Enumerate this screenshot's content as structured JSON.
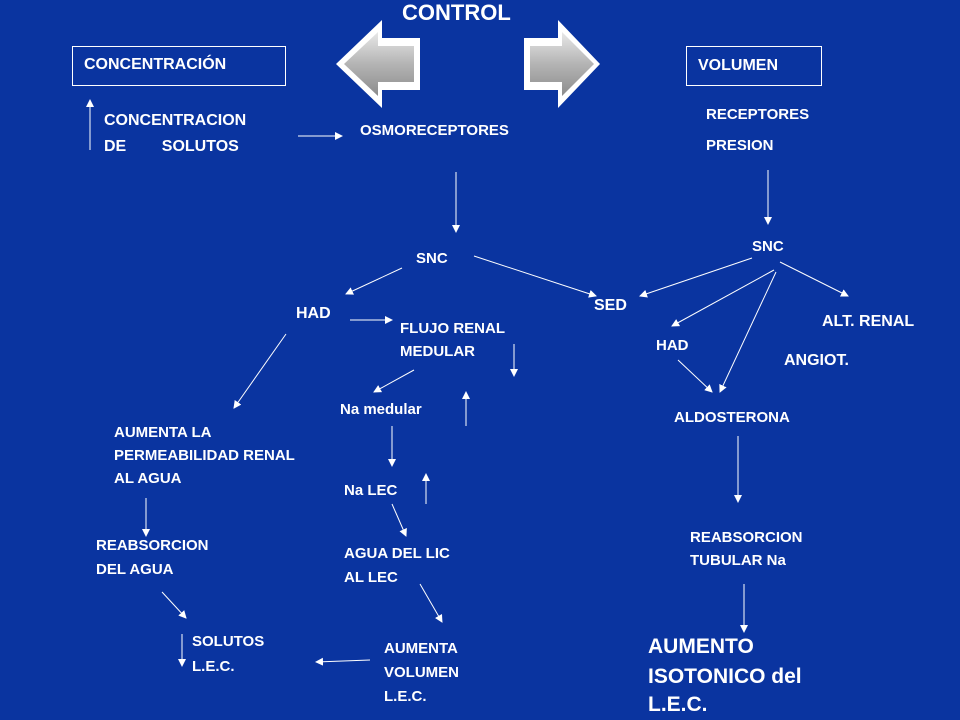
{
  "title": "CONTROL",
  "left_header": "CONCENTRACIÓN",
  "right_header": "VOLUMEN",
  "concentracion_line1": "CONCENTRACION",
  "concentracion_line2": "DE        SOLUTOS",
  "osmoreceptores": "OSMORECEPTORES",
  "receptores_line1": "RECEPTORES",
  "receptores_line2": "PRESION",
  "snc_left": "SNC",
  "snc_right": "SNC",
  "had_left": "HAD",
  "sed": "SED",
  "alt_renal": "ALT. RENAL",
  "flujo_line1": "FLUJO RENAL",
  "flujo_line2": "MEDULAR",
  "had_right": "HAD",
  "angiot": "ANGIOT.",
  "na_medular": "Na medular",
  "aldosterona": "ALDOSTERONA",
  "aumenta_perm_1": "AUMENTA LA",
  "aumenta_perm_2": "PERMEABILIDAD RENAL",
  "aumenta_perm_3": "AL AGUA",
  "na_lec": "Na LEC",
  "reabs_agua_1": "REABSORCION",
  "reabs_agua_2": "DEL AGUA",
  "agua_lic_1": "AGUA DEL LIC",
  "agua_lic_2": "AL LEC",
  "reabs_tub_1": "REABSORCION",
  "reabs_tub_2": "TUBULAR Na",
  "solutos_1": "SOLUTOS",
  "solutos_2": "L.E.C.",
  "aumenta_vol_1": "AUMENTA",
  "aumenta_vol_2": "VOLUMEN",
  "aumenta_vol_3": "L.E.C.",
  "aumento_iso_1": "AUMENTO",
  "aumento_iso_2": "ISOTONICO del",
  "aumento_iso_3": "L.E.C.",
  "colors": {
    "background": "#0a34a0",
    "text": "#ffffff",
    "arrow_fill": "#b0b0b0"
  }
}
